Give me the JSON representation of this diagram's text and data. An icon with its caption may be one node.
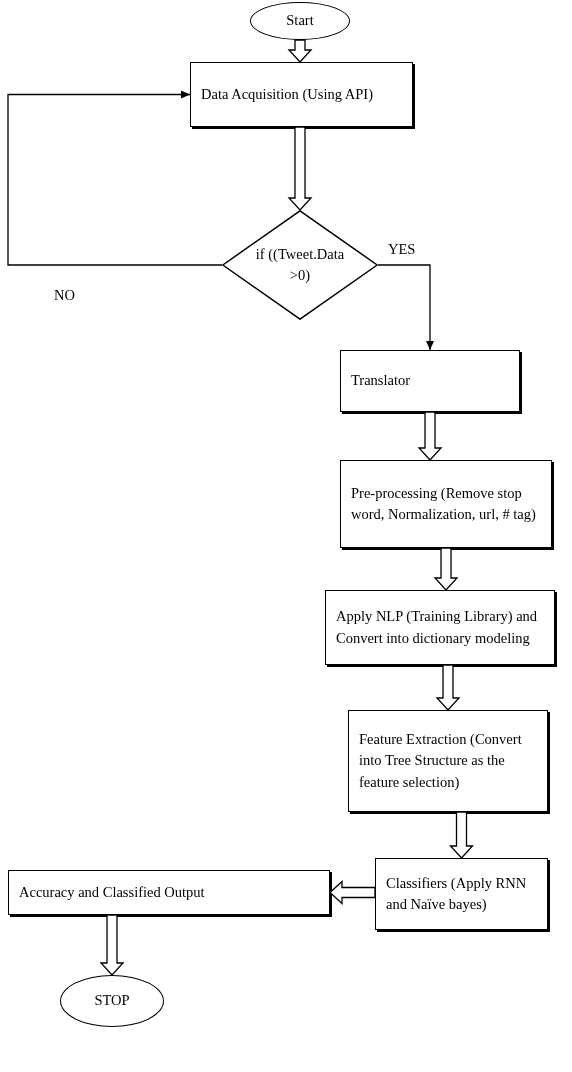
{
  "diagram": {
    "nodes": [
      {
        "text": [
          "Start"
        ]
      },
      {
        "text": [
          "Data Acquisition (Using API)"
        ]
      },
      {
        "text": [
          "if ((Tweet.Data >0)"
        ]
      },
      {
        "text": [
          "Translator"
        ]
      },
      {
        "text": [
          "Pre-processing (Remove stop word, Normalization, url, # tag)"
        ]
      },
      {
        "text": [
          "Apply NLP (Training Library) and Convert into dictionary modeling"
        ]
      },
      {
        "text": [
          "Feature Extraction (Convert into Tree Structure as the feature selection)"
        ]
      },
      {
        "text": [
          "Classifiers (Apply RNN and Naïve bayes)"
        ]
      },
      {
        "text": [
          "Accuracy and Classified Output"
        ]
      },
      {
        "text": [
          "STOP"
        ]
      }
    ],
    "edges": [
      {
        "from": 0,
        "to": 1,
        "arrow": "to",
        "style": "thick"
      },
      {
        "from": 1,
        "to": 2,
        "arrow": "to",
        "style": "thick"
      },
      {
        "from": 2,
        "to": 1,
        "arrow": "to",
        "label": "NO"
      },
      {
        "from": 2,
        "to": 3,
        "arrow": "to",
        "label": "YES"
      },
      {
        "from": 3,
        "to": 4,
        "arrow": "to",
        "style": "thick"
      },
      {
        "from": 4,
        "to": 5,
        "arrow": "to",
        "style": "thick"
      },
      {
        "from": 5,
        "to": 6,
        "arrow": "to",
        "style": "thick"
      },
      {
        "from": 6,
        "to": 7,
        "arrow": "to",
        "style": "thick"
      },
      {
        "from": 7,
        "to": 8,
        "arrow": "to",
        "style": "thick"
      },
      {
        "from": 8,
        "to": 9,
        "arrow": "to",
        "style": "thick"
      }
    ]
  }
}
